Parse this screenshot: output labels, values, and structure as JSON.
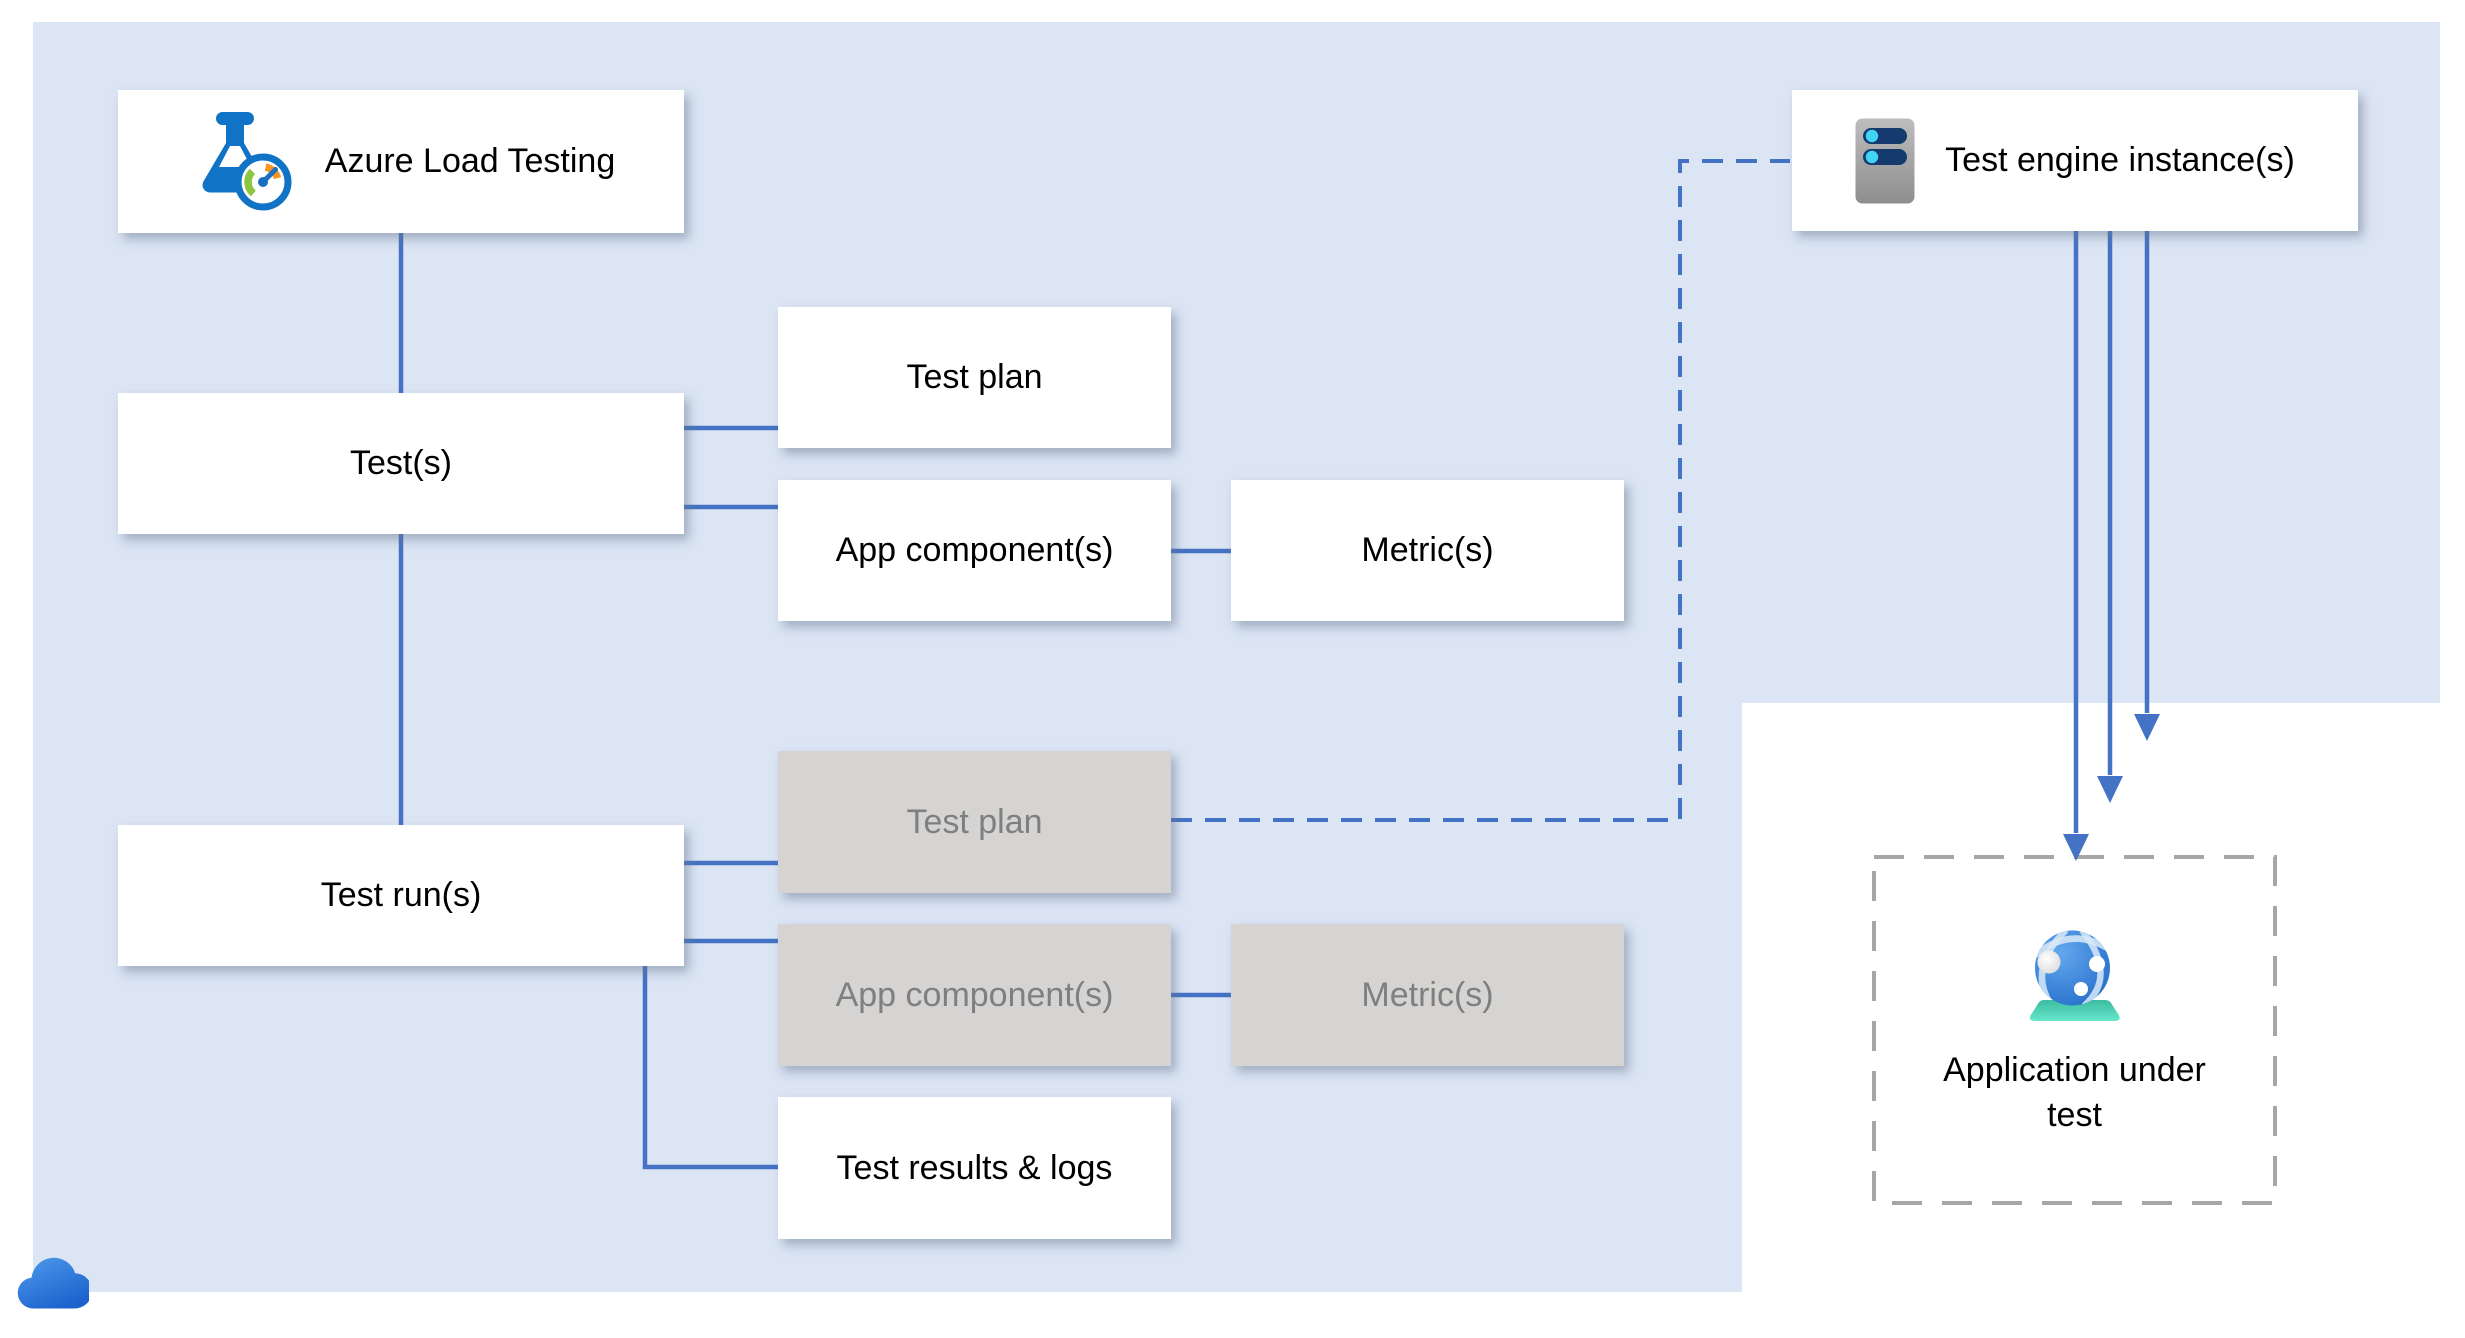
{
  "colors": {
    "canvas_background": "#ffffff",
    "cloud_region_fill": "#dbe5f4",
    "connector_blue": "#4472c4",
    "dashed_boundary_gray": "#a6a6a6",
    "node_fill_active": "#ffffff",
    "node_fill_inactive": "#d5d4d2",
    "node_text_active": "#000000",
    "node_text_inactive": "#7f7f7f"
  },
  "nodes": {
    "azure_load_testing": {
      "label": "Azure Load Testing",
      "icon": "load-testing-flask-icon"
    },
    "test_engine_instances": {
      "label": "Test engine instance(s)",
      "icon": "server-icon"
    },
    "tests": {
      "label": "Test(s)"
    },
    "test_plan": {
      "label": "Test plan"
    },
    "app_components": {
      "label": "App component(s)"
    },
    "metrics": {
      "label": "Metric(s)"
    },
    "test_runs": {
      "label": "Test run(s)"
    },
    "test_run_test_plan": {
      "label": "Test plan"
    },
    "test_run_app_components": {
      "label": "App component(s)"
    },
    "test_run_metrics": {
      "label": "Metric(s)"
    },
    "test_results_logs": {
      "label": "Test results & logs"
    },
    "application_under_test": {
      "label": "Application under test",
      "icon": "web-app-globe-icon"
    }
  },
  "badges": {
    "cloud": {
      "icon": "azure-cloud-icon"
    }
  }
}
